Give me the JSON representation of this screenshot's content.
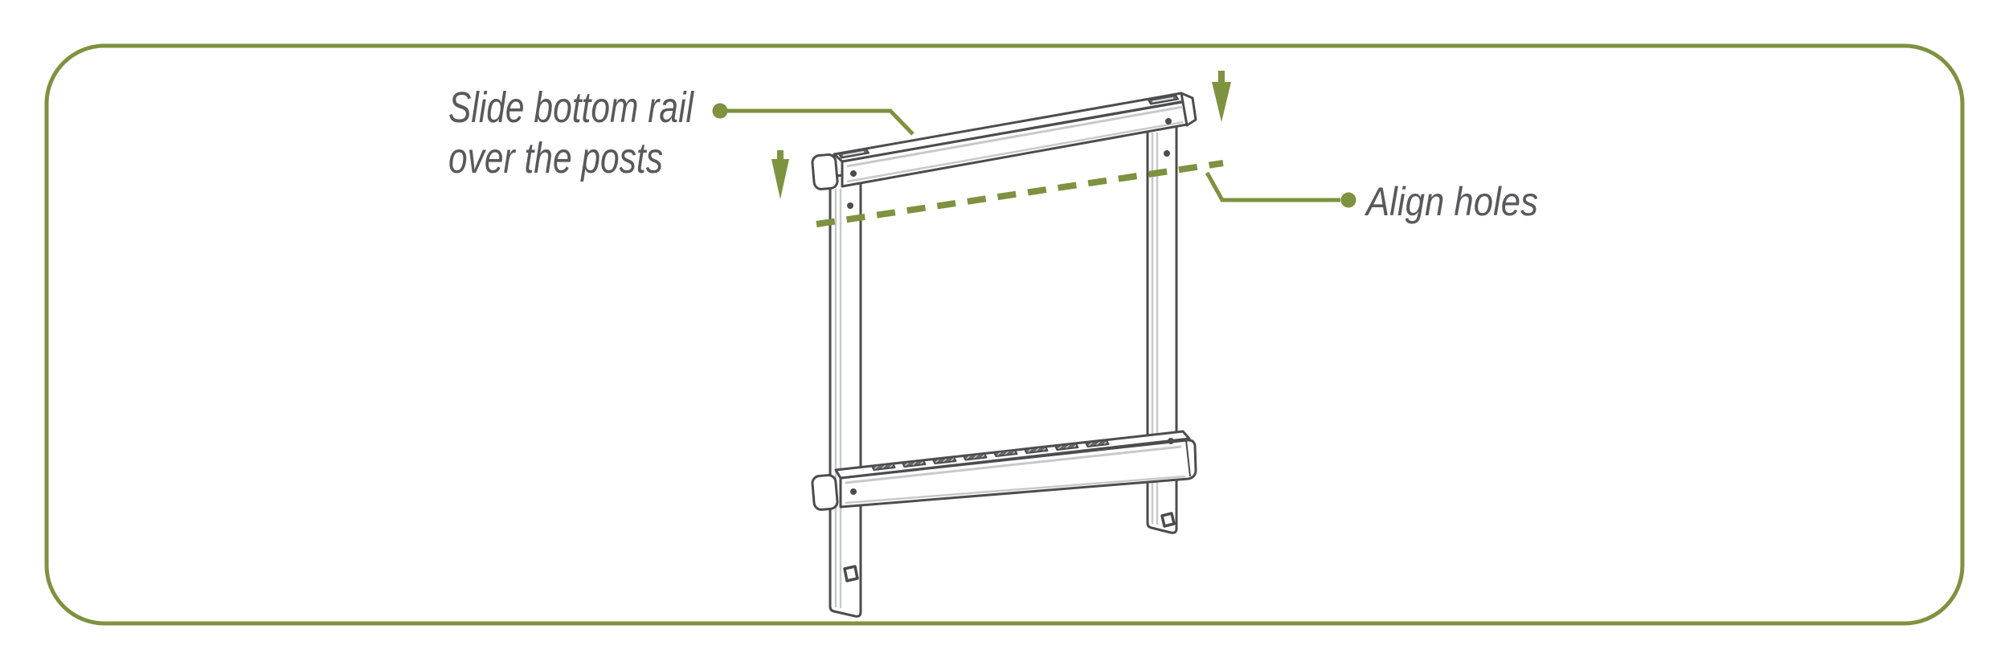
{
  "diagram": {
    "title_hint": "Assembly step: slide bottom rail over the posts",
    "instruction_primary": {
      "line1": "Slide bottom rail",
      "line2": "over the posts"
    },
    "instruction_secondary": "Align holes",
    "icons": {
      "down_arrow_left": "down-arrow",
      "down_arrow_right": "down-arrow",
      "callout_dot_left": "callout-dot",
      "callout_dot_right": "callout-dot",
      "dashed_line": "hole-alignment-dashed-line"
    },
    "colors": {
      "accent_olive": "#7e923f",
      "outline_gray": "#4c4c4e",
      "shade_gray": "#c7c9ca",
      "text_gray": "#59595b",
      "slot_fill": "#66686a",
      "background": "#ffffff"
    }
  }
}
